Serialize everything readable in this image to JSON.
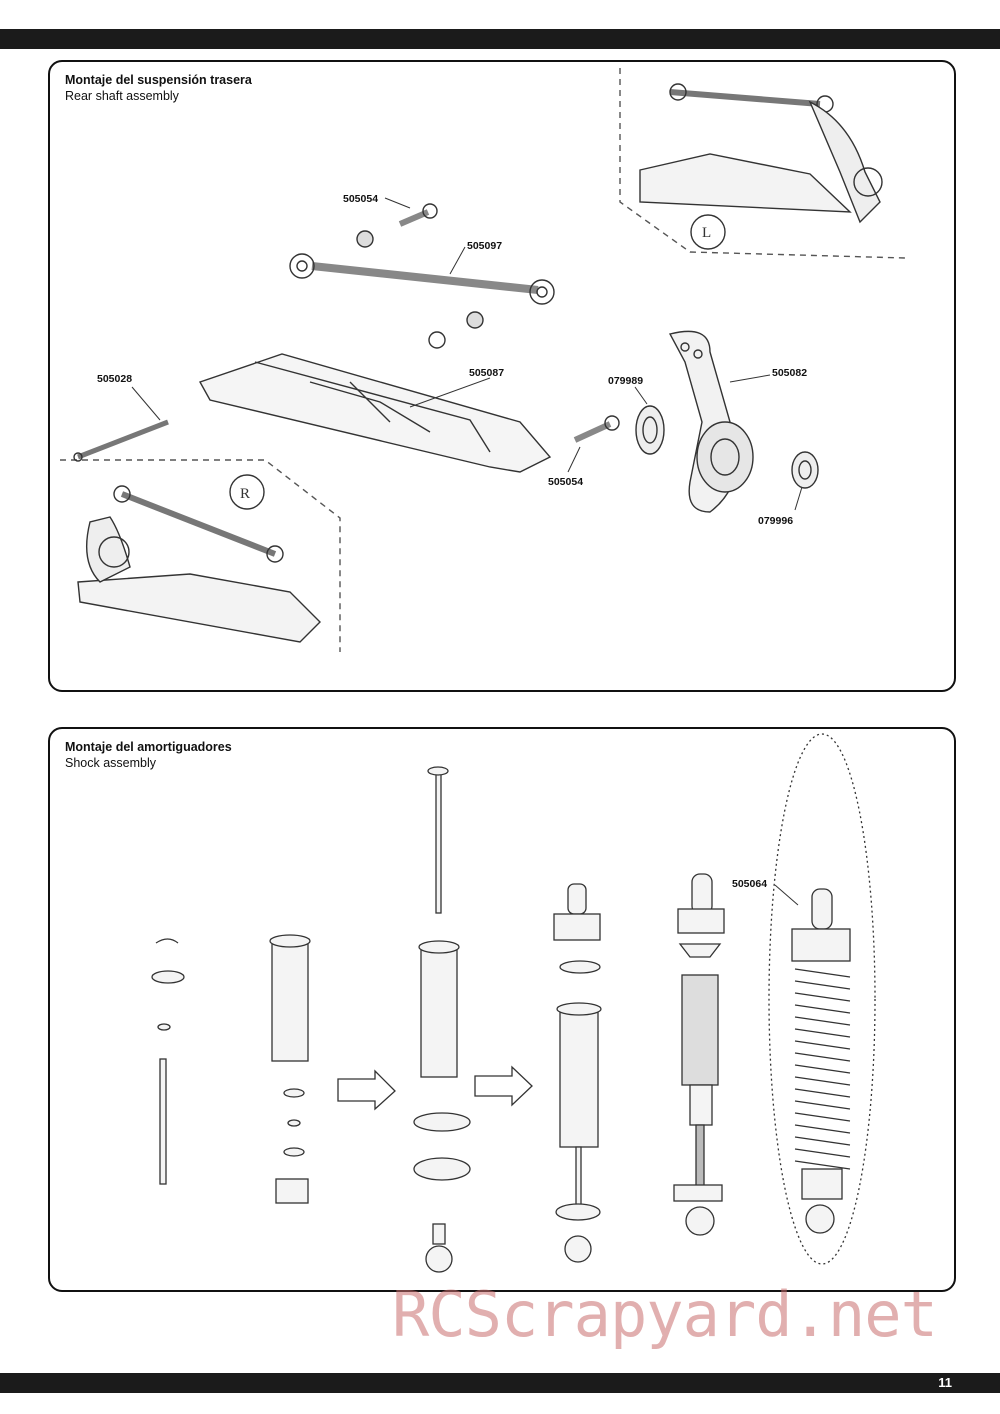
{
  "page": {
    "number": "11"
  },
  "rear_section": {
    "title": "Montaje del suspensión trasera",
    "subtitle": "Rear shaft assembly",
    "inset_left_label": "L",
    "inset_right_label": "R",
    "parts": [
      "505054",
      "505097",
      "505028",
      "505087",
      "079989",
      "505082",
      "505054",
      "079996"
    ]
  },
  "shock_section": {
    "title": "Montaje del amortiguadores",
    "subtitle": "Shock assembly",
    "parts": [
      "505064"
    ]
  },
  "watermark": "RCScrapyard.net"
}
